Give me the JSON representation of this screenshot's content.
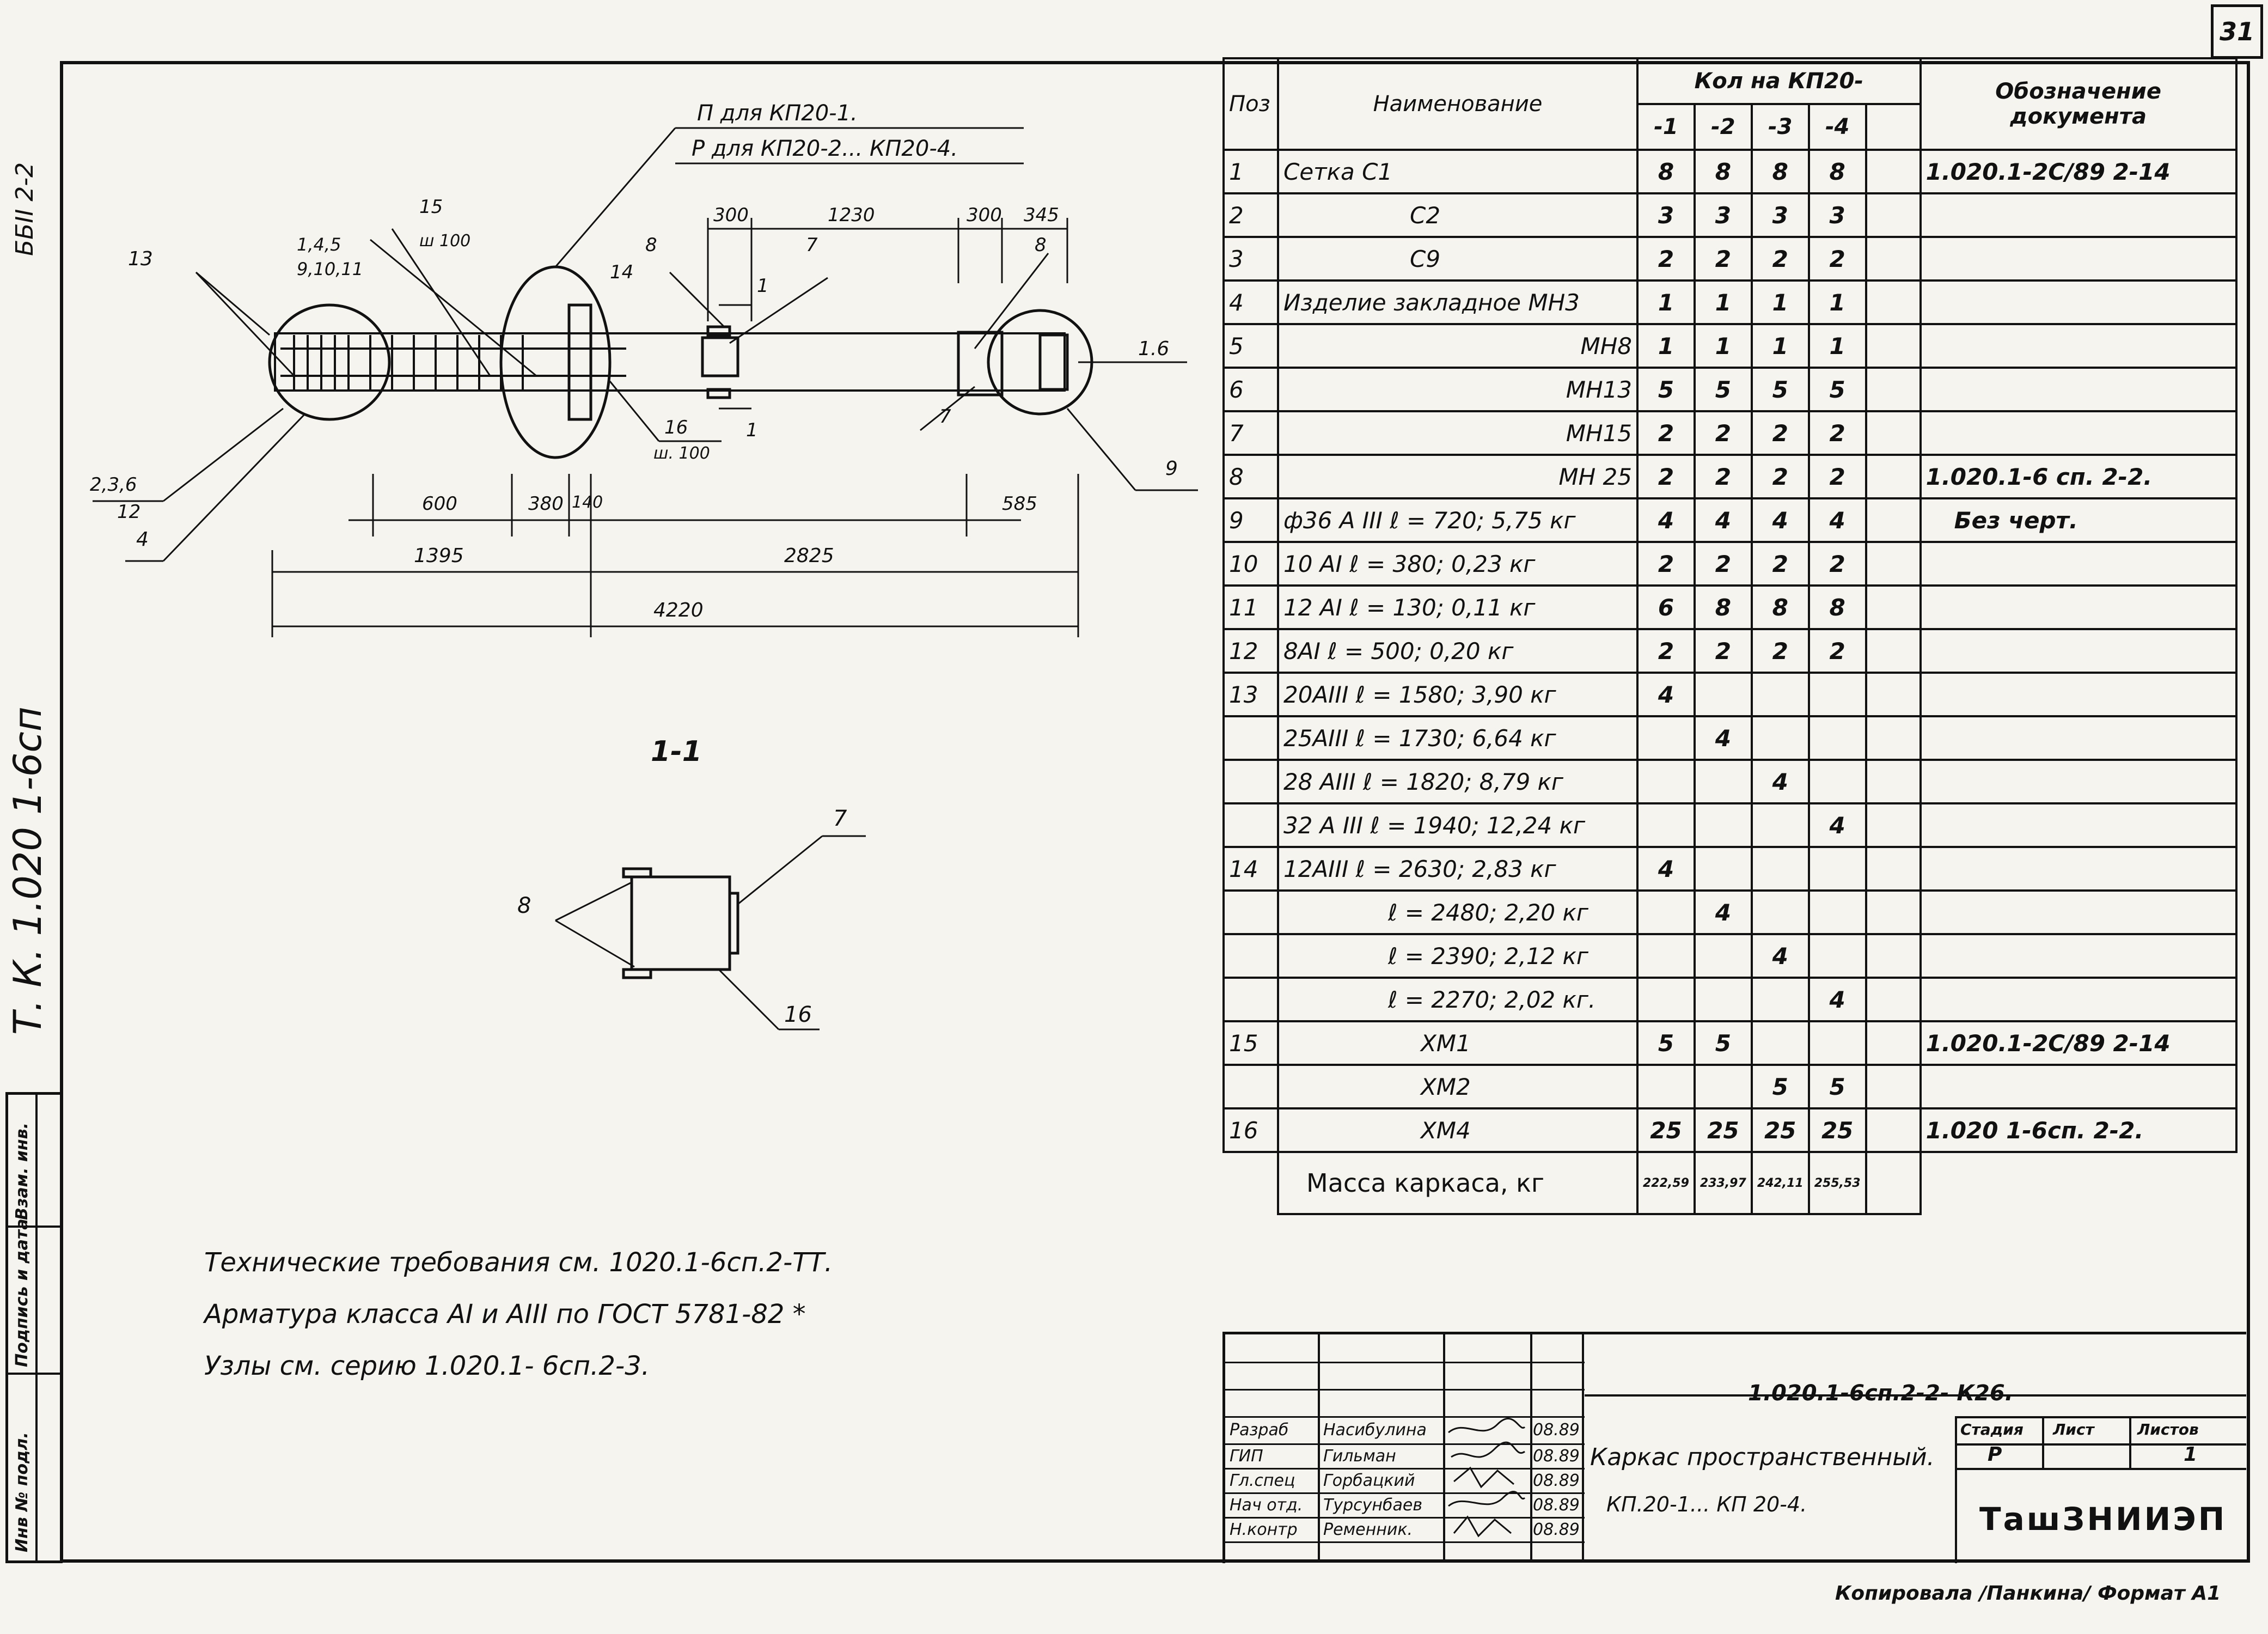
{
  "sheet_number": "31",
  "side": {
    "top_code": "ББII 2-2",
    "series": "Т. К. 1.020 1-6сп",
    "stamp": [
      "Взам. инв.",
      "Подпись и дата",
      "Инв № подл."
    ]
  },
  "drawing": {
    "note_p": "П для КП20-1.",
    "note_r": "Р для КП20-2... КП20-4.",
    "dims_top": [
      "300",
      "1230",
      "300",
      "345"
    ],
    "dims_bottom": [
      "600",
      "380",
      "140",
      "585"
    ],
    "totals": [
      "1395",
      "2825",
      "4220"
    ],
    "callouts": {
      "c15": "15",
      "c15_sub": "ш 100",
      "c145": "1,4,5",
      "c91011": "9,10,11",
      "c13": "13",
      "c14": "14",
      "c8a": "8",
      "c7a": "7",
      "c1a": "1",
      "c8b": "8",
      "c16": "1.6",
      "c7b": "7",
      "c16b": "16",
      "c16b_sub": "ш. 100",
      "c1b": "1",
      "c9": "9",
      "c236": "2,3,6",
      "c12": "12",
      "c4": "4"
    },
    "section_title": "1-1",
    "section_callouts": {
      "s7": "7",
      "s8": "8",
      "s16": "16"
    }
  },
  "spec": {
    "headers": {
      "pos": "Поз",
      "name": "Наименование",
      "qty_group": "Кол на КП20-",
      "cols": [
        "-1",
        "-2",
        "-3",
        "-4"
      ],
      "doc": "Обозначение документа"
    },
    "rows": [
      {
        "pos": "1",
        "name": "Сетка С1",
        "q": [
          "8",
          "8",
          "8",
          "8"
        ],
        "doc": "1.020.1-2С/89 2-14"
      },
      {
        "pos": "2",
        "name": "С2",
        "q": [
          "3",
          "3",
          "3",
          "3"
        ],
        "doc": ""
      },
      {
        "pos": "3",
        "name": "С9",
        "q": [
          "2",
          "2",
          "2",
          "2"
        ],
        "doc": ""
      },
      {
        "pos": "4",
        "name": "Изделие закладное МН3",
        "q": [
          "1",
          "1",
          "1",
          "1"
        ],
        "doc": ""
      },
      {
        "pos": "5",
        "name": "МН8",
        "q": [
          "1",
          "1",
          "1",
          "1"
        ],
        "doc": ""
      },
      {
        "pos": "6",
        "name": "МН13",
        "q": [
          "5",
          "5",
          "5",
          "5"
        ],
        "doc": ""
      },
      {
        "pos": "7",
        "name": "МН15",
        "q": [
          "2",
          "2",
          "2",
          "2"
        ],
        "doc": ""
      },
      {
        "pos": "8",
        "name": "МН 25",
        "q": [
          "2",
          "2",
          "2",
          "2"
        ],
        "doc": "1.020.1-6 сп. 2-2."
      },
      {
        "pos": "9",
        "name": "ф36 А III  ℓ = 720;  5,75 кг",
        "q": [
          "4",
          "4",
          "4",
          "4"
        ],
        "doc": "Без черт."
      },
      {
        "pos": "10",
        "name": "10 АI  ℓ = 380;  0,23 кг",
        "q": [
          "2",
          "2",
          "2",
          "2"
        ],
        "doc": ""
      },
      {
        "pos": "11",
        "name": "12 АI  ℓ = 130;  0,11 кг",
        "q": [
          "6",
          "8",
          "8",
          "8"
        ],
        "doc": ""
      },
      {
        "pos": "12",
        "name": "8АI  ℓ = 500;  0,20 кг",
        "q": [
          "2",
          "2",
          "2",
          "2"
        ],
        "doc": ""
      },
      {
        "pos": "13",
        "name": "20АIII  ℓ = 1580;  3,90 кг",
        "q": [
          "4",
          "",
          "",
          ""
        ],
        "doc": ""
      },
      {
        "pos": "",
        "name": "25АIII  ℓ = 1730;  6,64 кг",
        "q": [
          "",
          "4",
          "",
          ""
        ],
        "doc": ""
      },
      {
        "pos": "",
        "name": "28 АIII  ℓ = 1820;  8,79 кг",
        "q": [
          "",
          "",
          "4",
          ""
        ],
        "doc": ""
      },
      {
        "pos": "",
        "name": "32 А III  ℓ = 1940;  12,24 кг",
        "q": [
          "",
          "",
          "",
          "4"
        ],
        "doc": ""
      },
      {
        "pos": "14",
        "name": "12АIII  ℓ = 2630;  2,83 кг",
        "q": [
          "4",
          "",
          "",
          ""
        ],
        "doc": ""
      },
      {
        "pos": "",
        "name": "ℓ = 2480;  2,20 кг",
        "q": [
          "",
          "4",
          "",
          ""
        ],
        "doc": ""
      },
      {
        "pos": "",
        "name": "ℓ = 2390;  2,12 кг",
        "q": [
          "",
          "",
          "4",
          ""
        ],
        "doc": ""
      },
      {
        "pos": "",
        "name": "ℓ = 2270;  2,02 кг.",
        "q": [
          "",
          "",
          "",
          "4"
        ],
        "doc": ""
      },
      {
        "pos": "15",
        "name": "ХМ1",
        "q": [
          "5",
          "5",
          "",
          ""
        ],
        "doc": "1.020.1-2С/89 2-14"
      },
      {
        "pos": "",
        "name": "ХМ2",
        "q": [
          "",
          "",
          "5",
          "5"
        ],
        "doc": ""
      },
      {
        "pos": "16",
        "name": "ХМ4",
        "q": [
          "25",
          "25",
          "25",
          "25"
        ],
        "doc": "1.020 1-6сп. 2-2."
      }
    ],
    "mass_label": "Масса каркаса, кг",
    "mass": [
      "222,59",
      "233,97",
      "242,11",
      "255,53"
    ]
  },
  "notes": [
    "Технические требования см. 1020.1-6сп.2-ТТ.",
    "Арматура класса АI и АIII по ГОСТ 5781-82 *",
    "Узлы см. серию 1.020.1- 6сп.2-3."
  ],
  "title_block": {
    "code": "1.020.1-6сп.2-2- К26.",
    "title1": "Каркас пространственный.",
    "title2": "КП.20-1... КП 20-4.",
    "stage_label": "Стадия",
    "sheet_label": "Лист",
    "sheets_label": "Листов",
    "stage": "Р",
    "sheets": "1",
    "org": "ТашЗНИИЭП",
    "people": [
      {
        "role": "Разраб",
        "name": "Насибулина",
        "date": "08.89"
      },
      {
        "role": "ГИП",
        "name": "Гильман",
        "date": "08.89"
      },
      {
        "role": "Гл.спец",
        "name": "Горбацкий",
        "date": "08.89"
      },
      {
        "role": "Нач отд.",
        "name": "Турсунбаев",
        "date": "08.89"
      },
      {
        "role": "Н.контр",
        "name": "Ременник.",
        "date": "08.89"
      }
    ]
  },
  "footer": "Копировала /Панкина/ Формат А1"
}
